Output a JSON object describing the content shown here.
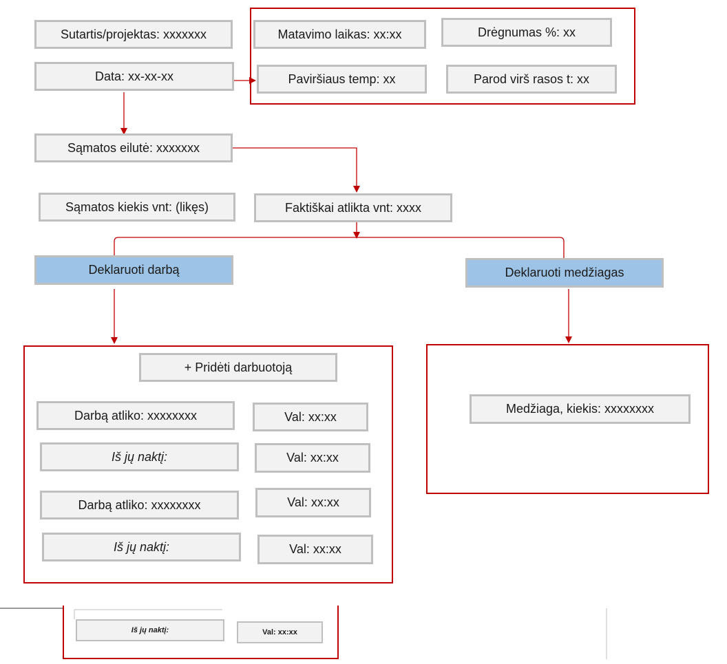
{
  "nodes": {
    "contract": "Sutartis/projektas: xxxxxxx",
    "date": "Data: xx-xx-xx",
    "measure_time": "Matavimo laikas: xx:xx",
    "humidity": "Drėgnumas %: xx",
    "surface_temp": "Paviršiaus temp: xx",
    "dew_point": "Parod virš rasos t: xx",
    "estimate_line": "Sąmatos eilutė: xxxxxxx",
    "estimate_qty": "Sąmatos kiekis vnt: (likęs)",
    "actual_done": "Faktiškai atlikta vnt: xxxx",
    "declare_work": "Deklaruoti darbą",
    "declare_materials": "Deklaruoti medžiagas",
    "add_worker": "+ Pridėti darbuotoją",
    "work_done_by_1": "Darbą atliko: xxxxxxxx",
    "hours_1": "Val: xx:xx",
    "night_1": "Iš jų naktį:",
    "night_hours_1": "Val: xx:xx",
    "work_done_by_2": "Darbą atliko: xxxxxxxx",
    "hours_2": "Val: xx:xx",
    "night_2": "Iš jų naktį:",
    "night_hours_2": "Val: xx:xx",
    "material_qty": "Medžiaga, kiekis: xxxxxxxx",
    "snippet_night": "Iš jų naktį:",
    "snippet_hours": "Val: xx:xx"
  },
  "colors": {
    "box_fill": "#f2f2f2",
    "box_border": "#bfbfbf",
    "accent_red": "#c00000",
    "action_blue": "#9dc3e6"
  }
}
